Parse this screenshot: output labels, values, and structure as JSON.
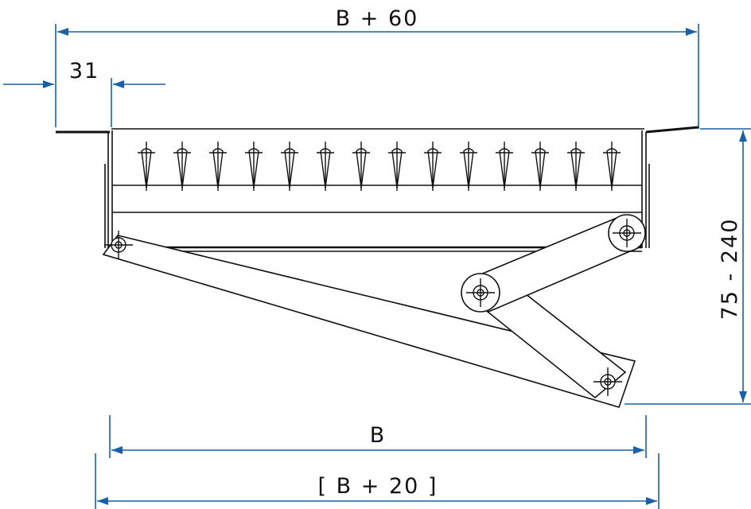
{
  "dimensions": {
    "overall_width": "B + 60",
    "flange": "31",
    "height_range": "75 - 240",
    "opening_width": "B",
    "reference_width": "[ B + 20 ]"
  },
  "colors": {
    "dimension_line": "#1a5fa8",
    "drawing_line": "#111111",
    "background": "#ffffff"
  }
}
